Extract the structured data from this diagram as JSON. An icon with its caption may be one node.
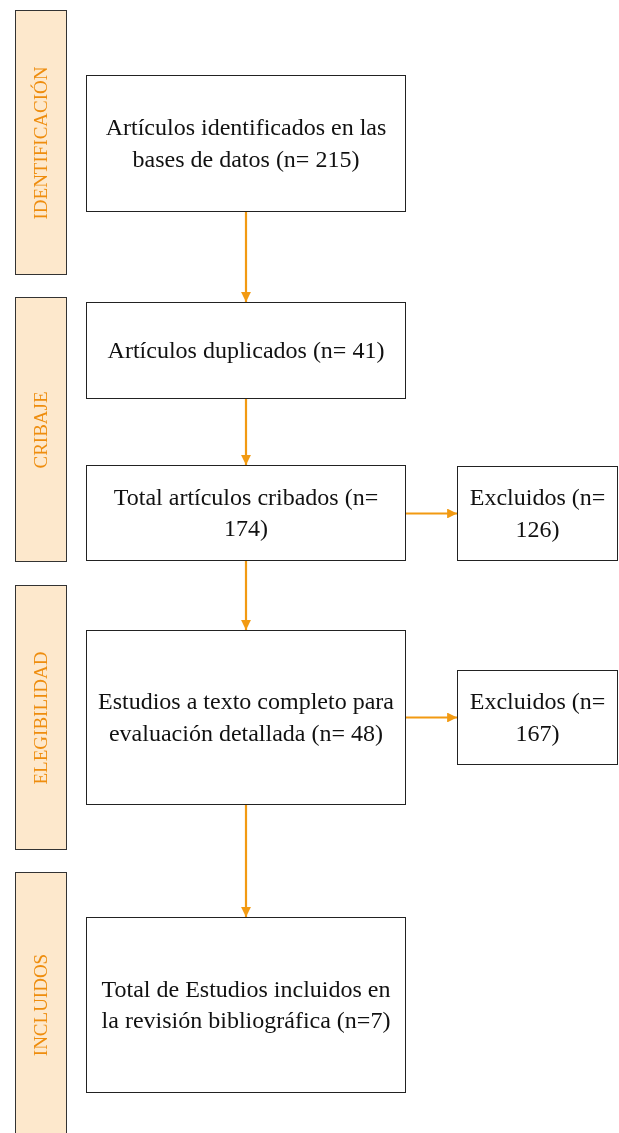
{
  "diagram": {
    "nodes": [
      {
        "text": [
          "IDENTIFICACIÓN"
        ]
      },
      {
        "text": [
          "CRIBAJE"
        ]
      },
      {
        "text": [
          "ELEGIBILIDAD"
        ]
      },
      {
        "text": [
          "INCLUIDOS"
        ]
      },
      {
        "text": [
          "Artículos identificados en las bases de datos (n= 215)"
        ]
      },
      {
        "text": [
          "Artículos duplicados (n= 41)"
        ]
      },
      {
        "text": [
          "Total artículos cribados (n= 174)"
        ]
      },
      {
        "text": [
          "Excluidos (n= 126)"
        ]
      },
      {
        "text": [
          "Estudios a texto completo para evaluación detallada (n= 48)"
        ]
      },
      {
        "text": [
          "Excluidos (n= 167)"
        ]
      },
      {
        "text": [
          "Total de Estudios incluidos en la revisión bibliográfica (n=7)"
        ]
      }
    ],
    "edges": [
      {
        "from": 4,
        "to": 5,
        "arrow": "to"
      },
      {
        "from": 5,
        "to": 6,
        "arrow": "to"
      },
      {
        "from": 6,
        "to": 7,
        "arrow": "to"
      },
      {
        "from": 6,
        "to": 8,
        "arrow": "to"
      },
      {
        "from": 8,
        "to": 9,
        "arrow": "to"
      },
      {
        "from": 8,
        "to": 10,
        "arrow": "to"
      }
    ]
  }
}
